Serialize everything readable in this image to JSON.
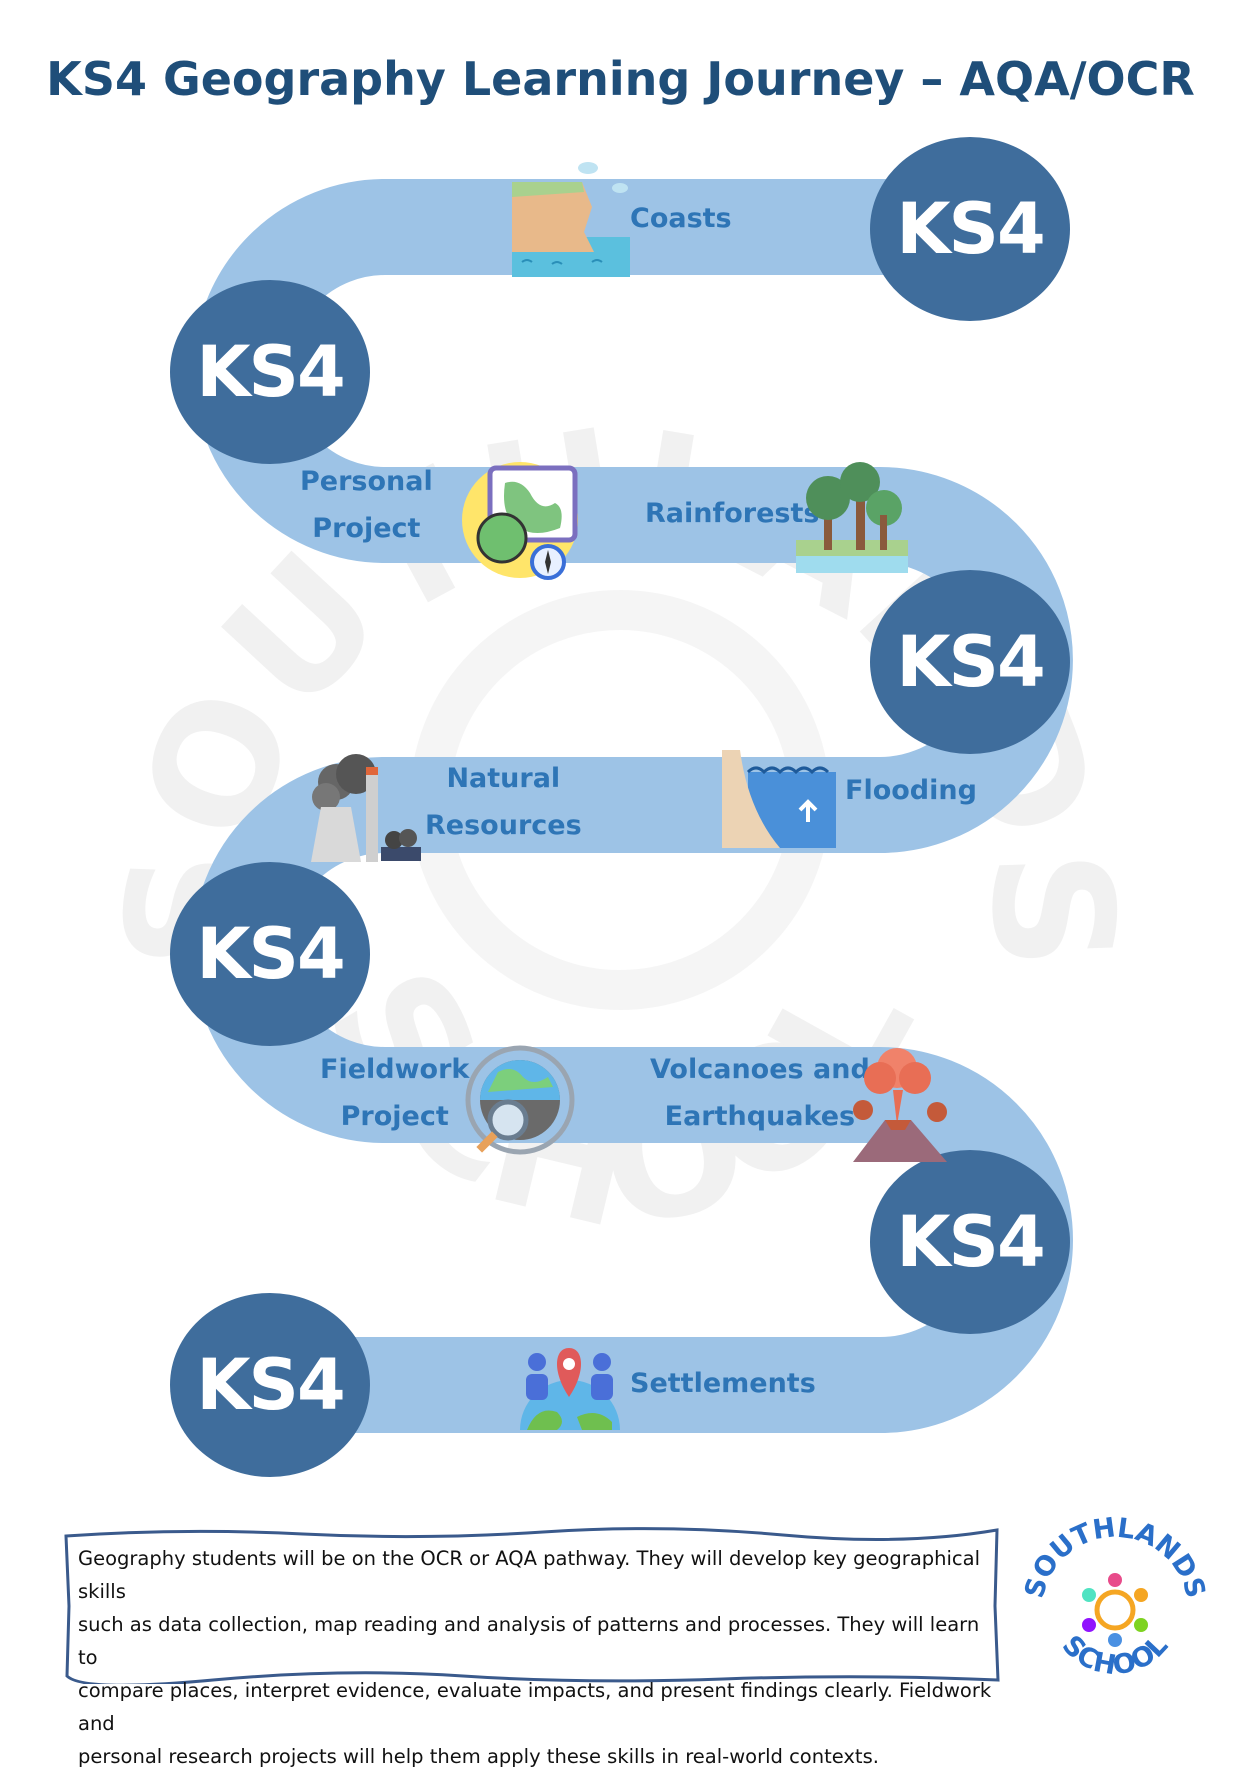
{
  "title": "KS4 Geography Learning Journey – AQA/OCR",
  "watermark": {
    "text": "SOUTHLANDS SCHOOL",
    "color": "#e8e8e8"
  },
  "colors": {
    "path": "#9dc3e6",
    "badge": "#3f6d9c",
    "title": "#1f4e79",
    "label": "#2e75b6"
  },
  "badges": {
    "label": "KS4"
  },
  "topics": {
    "coasts": {
      "line1": "Coasts",
      "icon": "coast-cliff-icon"
    },
    "personal_project": {
      "line1": "Personal",
      "line2": "Project",
      "icon": "world-map-compass-icon"
    },
    "rainforests": {
      "line1": "Rainforests",
      "icon": "rainforest-trees-icon"
    },
    "natural_resources": {
      "line1": "Natural",
      "line2": "Resources",
      "icon": "power-plant-coal-icon"
    },
    "flooding": {
      "line1": "Flooding",
      "icon": "flood-dam-icon"
    },
    "fieldwork_project": {
      "line1": "Fieldwork",
      "line2": "Project",
      "icon": "globe-magnifier-icon"
    },
    "volcanoes": {
      "line1": "Volcanoes and",
      "line2": "Earthquakes",
      "icon": "volcano-eruption-icon"
    },
    "settlements": {
      "line1": "Settlements",
      "icon": "globe-people-pin-icon"
    }
  },
  "info": {
    "line1": "Geography students will be on the OCR or AQA pathway. They will develop key geographical skills",
    "line2": "such as data collection, map reading and analysis of patterns and processes. They will learn to",
    "line3": "compare places, interpret evidence, evaluate impacts, and present findings clearly. Fieldwork and",
    "line4": "personal research projects will help them apply these skills in real-world contexts."
  },
  "logo": {
    "top_text": "SOUTHLANDS",
    "bottom_text": "SCHOOL"
  }
}
